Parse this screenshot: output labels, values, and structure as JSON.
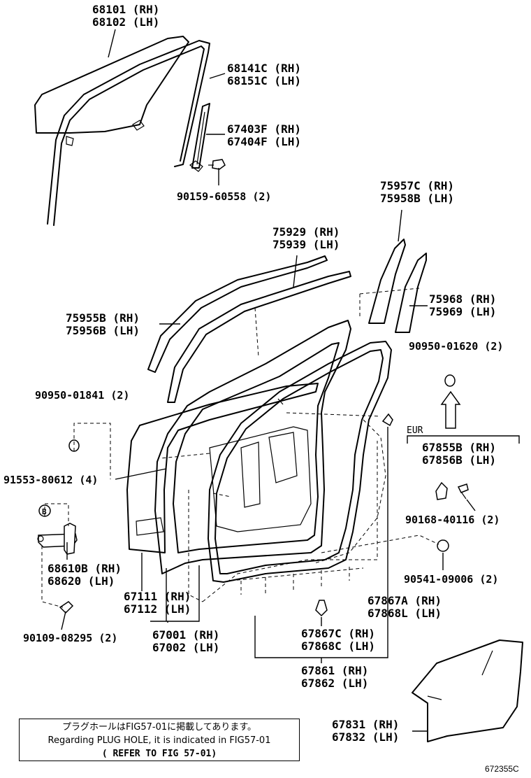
{
  "labels": {
    "p68101": "68101 (RH)",
    "p68102": "68102 (LH)",
    "p68141c": "68141C (RH)",
    "p68151c": "68151C (LH)",
    "p67403f": "67403F (RH)",
    "p67404f": "67404F (LH)",
    "p90159": "90159-60558 (2)",
    "p75957c": "75957C (RH)",
    "p75958b": "75958B (LH)",
    "p75929": "75929 (RH)",
    "p75939": "75939 (LH)",
    "p75968": "75968 (RH)",
    "p75969": "75969 (LH)",
    "p75955b": "75955B (RH)",
    "p75956b": "75956B (LH)",
    "p90950_01620": "90950-01620 (2)",
    "p90950_01841": "90950-01841 (2)",
    "eur": "EUR",
    "p67855b": "67855B (RH)",
    "p67856b": "67856B (LH)",
    "p91553": "91553-80612 (4)",
    "b_marker": "B",
    "p90168": "90168-40116 (2)",
    "p68610b": "68610B (RH)",
    "p68620": "68620 (LH)",
    "p90541": "90541-09006 (2)",
    "p67111": "67111 (RH)",
    "p67112": "67112 (LH)",
    "p67867a": "67867A (RH)",
    "p67868l": "67868L (LH)",
    "p90109": "90109-08295 (2)",
    "p67001": "67001 (RH)",
    "p67002": "67002 (LH)",
    "p67867c": "67867C (RH)",
    "p67868c": "67868C (LH)",
    "p67861": "67861 (RH)",
    "p67862": "67862 (LH)",
    "p67831": "67831 (RH)",
    "p67832": "67832 (LH)"
  },
  "note": {
    "line1": "プラグホールはFIG57-01に掲載してあります。",
    "line2": "Regarding PLUG HOLE, it is indicated in FIG57-01",
    "line3": "( REFER TO FIG 57-01)"
  },
  "figure_code": "672355C"
}
